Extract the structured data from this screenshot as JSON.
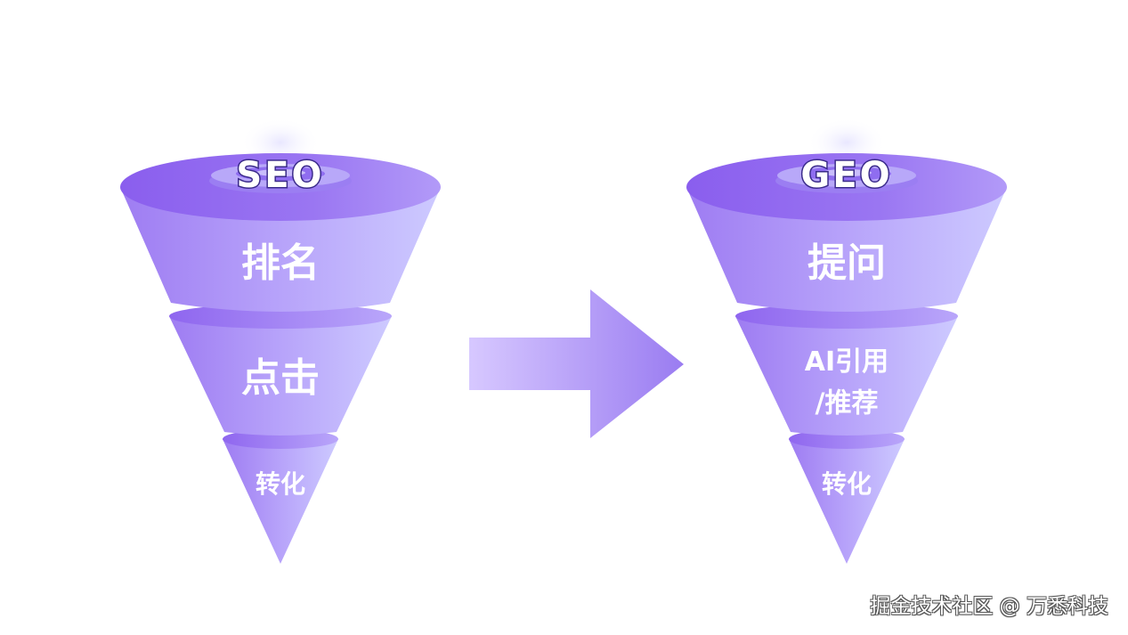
{
  "left_funnel": {
    "title": "SEO",
    "stages": [
      "排名",
      "点击",
      "转化"
    ]
  },
  "right_funnel": {
    "title": "GEO",
    "stages": [
      "提问",
      "AI引用\n/推荐",
      "转化"
    ]
  },
  "arrow": {
    "direction": "right"
  },
  "colors": {
    "funnel_light": "#c6c2ff",
    "funnel_dark": "#9a78f2",
    "funnel_top": "#8b62ee",
    "arrow_light": "#d7c8ff",
    "arrow_dark": "#9a7cf1"
  },
  "watermark": "掘金技术社区 @ 万悉科技"
}
